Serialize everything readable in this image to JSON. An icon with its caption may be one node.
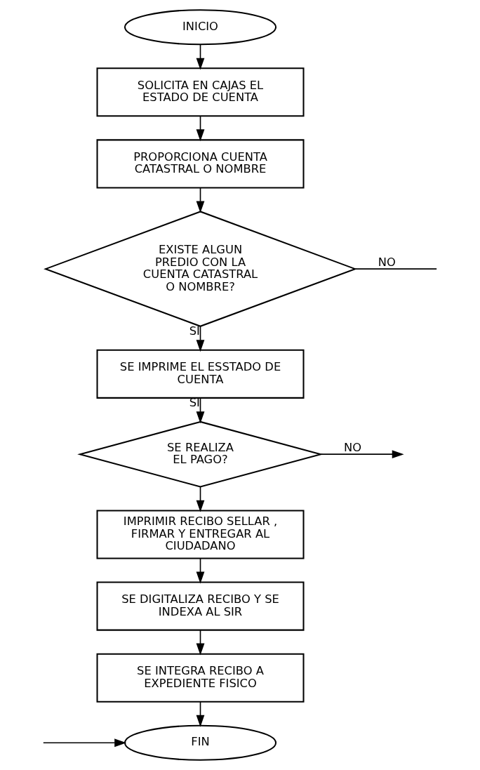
{
  "diagram": {
    "nodes": [
      {
        "text": [
          "INICIO"
        ]
      },
      {
        "text": [
          "SOLICITA EN CAJAS EL ESTADO DE CUENTA"
        ]
      },
      {
        "text": [
          "PROPORCIONA CUENTA CATASTRAL O NOMBRE"
        ]
      },
      {
        "text": [
          "EXISTE ALGUN PREDIO CON LA CUENTA CATASTRAL O NOMBRE?"
        ]
      },
      {
        "text": [
          "SE IMPRIME EL ESSTADO DE CUENTA"
        ]
      },
      {
        "text": [
          "SE REALIZA EL PAGO?"
        ]
      },
      {
        "text": [
          "IMPRIMIR RECIBO SELLAR , FIRMAR Y ENTREGAR AL CIUDADANO"
        ]
      },
      {
        "text": [
          "SE DIGITALIZA RECIBO Y SE INDEXA AL SIR"
        ]
      },
      {
        "text": [
          "SE INTEGRA RECIBO A EXPEDIENTE FISICO"
        ]
      },
      {
        "text": [
          "FIN"
        ]
      }
    ],
    "edges": [
      {
        "from": 0,
        "to": 1,
        "arrow": "to"
      },
      {
        "from": 1,
        "to": 2,
        "arrow": "to"
      },
      {
        "from": 2,
        "to": 3,
        "arrow": "to"
      },
      {
        "from": 3,
        "to": null,
        "arrow": "none",
        "label": "NO"
      },
      {
        "from": 3,
        "to": 4,
        "arrow": "to",
        "label": "SI"
      },
      {
        "from": 4,
        "to": 5,
        "arrow": "to",
        "label": "SI"
      },
      {
        "from": 5,
        "to": null,
        "arrow": "to",
        "label": "NO"
      },
      {
        "from": 5,
        "to": 6,
        "arrow": "to"
      },
      {
        "from": 6,
        "to": 7,
        "arrow": "to"
      },
      {
        "from": 7,
        "to": 8,
        "arrow": "to"
      },
      {
        "from": 8,
        "to": 9,
        "arrow": "to"
      },
      {
        "from": null,
        "to": 9,
        "arrow": "to"
      }
    ]
  }
}
